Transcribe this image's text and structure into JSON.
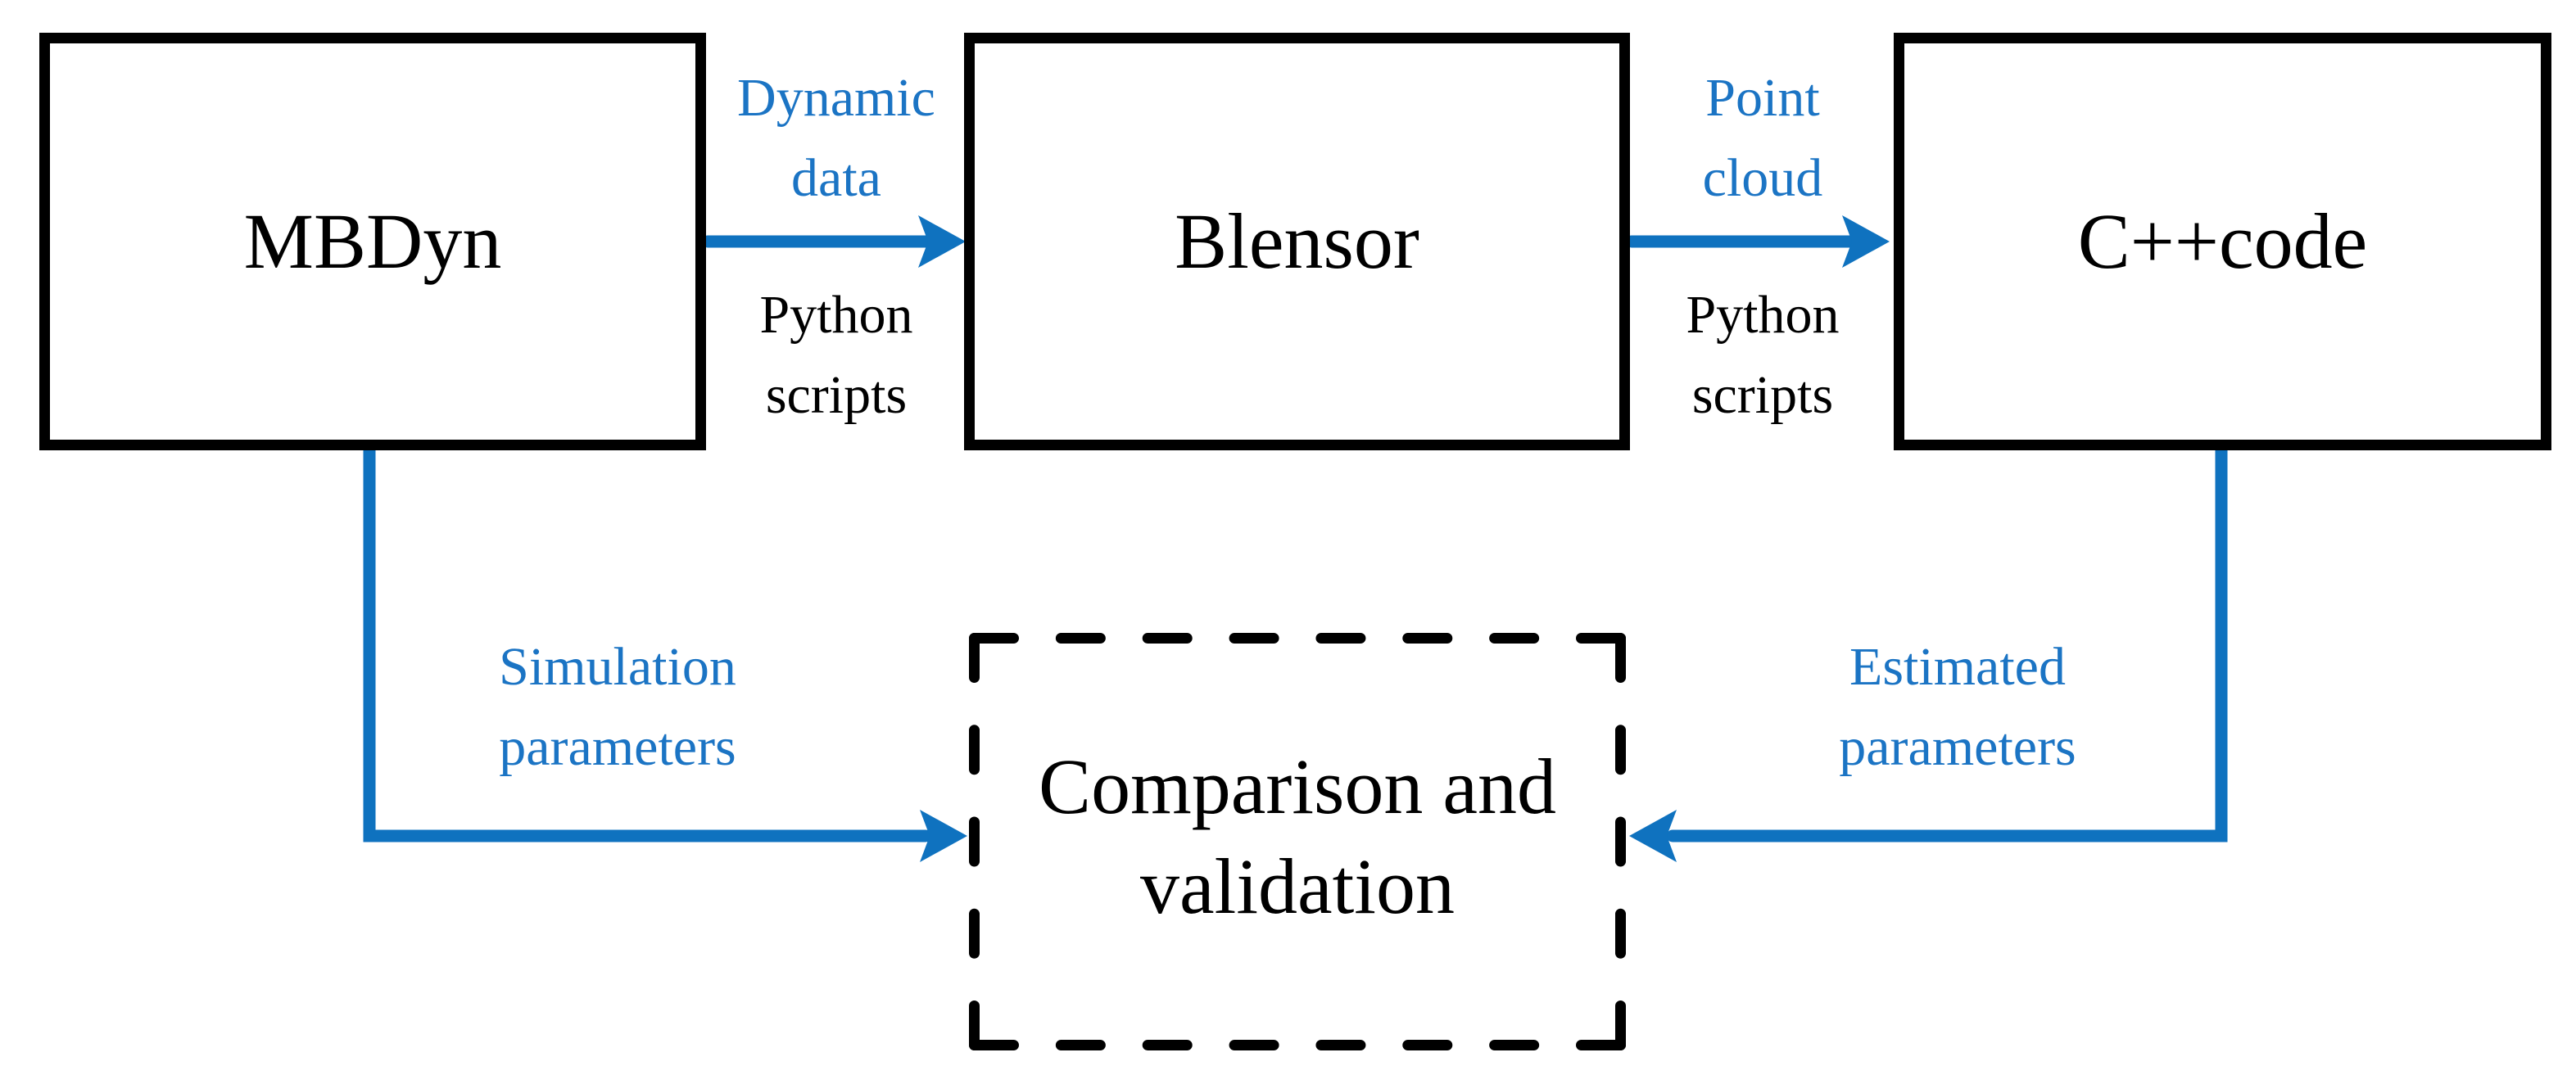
{
  "figure": {
    "type": "flow-diagram",
    "colors": {
      "accent": "#0F72BF",
      "label_text": "#1B74C4",
      "outline": "#000000",
      "background": "#ffffff"
    },
    "boxes": {
      "mbdyn": {
        "label": "MBDyn",
        "border": "solid"
      },
      "blensor": {
        "label": "Blensor",
        "border": "solid"
      },
      "cpp": {
        "label": "C++code",
        "border": "solid"
      },
      "comparison": {
        "line1": "Comparison and",
        "line2": "validation",
        "border": "dashed"
      }
    },
    "edge_labels": {
      "dynamic_data": {
        "line1": "Dynamic",
        "line2": "data"
      },
      "python_scripts_first": {
        "line1": "Python",
        "line2": "scripts"
      },
      "point_cloud": {
        "line1": "Point",
        "line2": "cloud"
      },
      "python_scripts_second": {
        "line1": "Python",
        "line2": "scripts"
      },
      "simulation_parameters": {
        "line1": "Simulation",
        "line2": "parameters"
      },
      "estimated_parameters": {
        "line1": "Estimated",
        "line2": "parameters"
      }
    }
  }
}
